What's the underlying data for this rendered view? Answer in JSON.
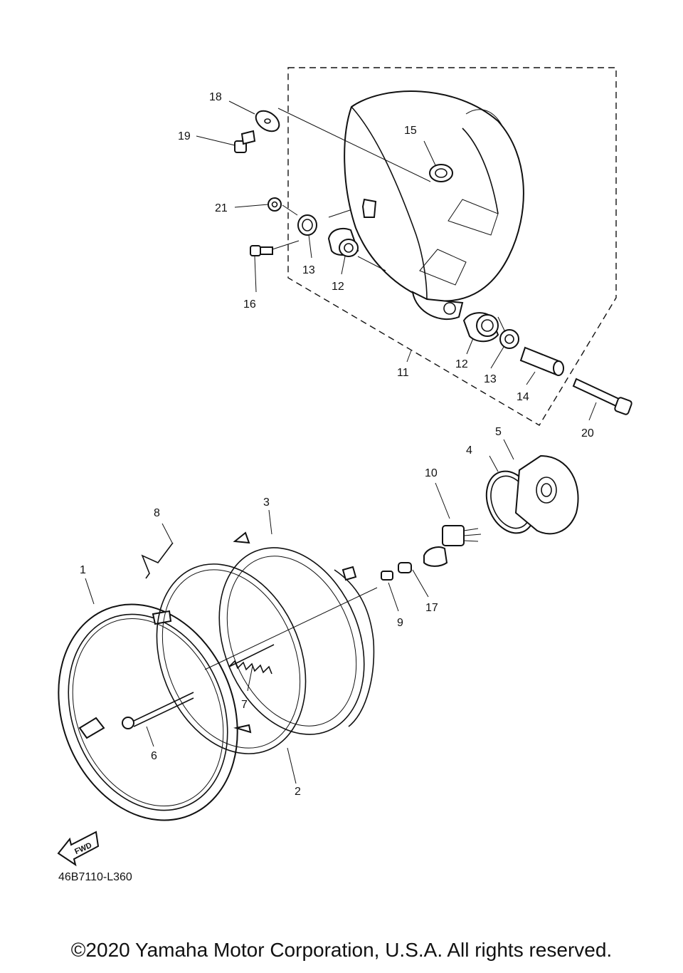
{
  "diagram": {
    "callouts": {
      "c1": "1",
      "c2": "2",
      "c3": "3",
      "c4": "4",
      "c5": "5",
      "c6": "6",
      "c7": "7",
      "c8": "8",
      "c9": "9",
      "c10": "10",
      "c11": "11",
      "c12a": "12",
      "c12b": "12",
      "c13a": "13",
      "c13b": "13",
      "c14": "14",
      "c15": "15",
      "c16": "16",
      "c17": "17",
      "c18": "18",
      "c19": "19",
      "c20": "20",
      "c21": "21"
    },
    "fwd_label": "FWD",
    "diagram_code": "46B7110-L360"
  },
  "footer": {
    "copyright": "©2020 Yamaha Motor Corporation, U.S.A. All rights reserved."
  }
}
